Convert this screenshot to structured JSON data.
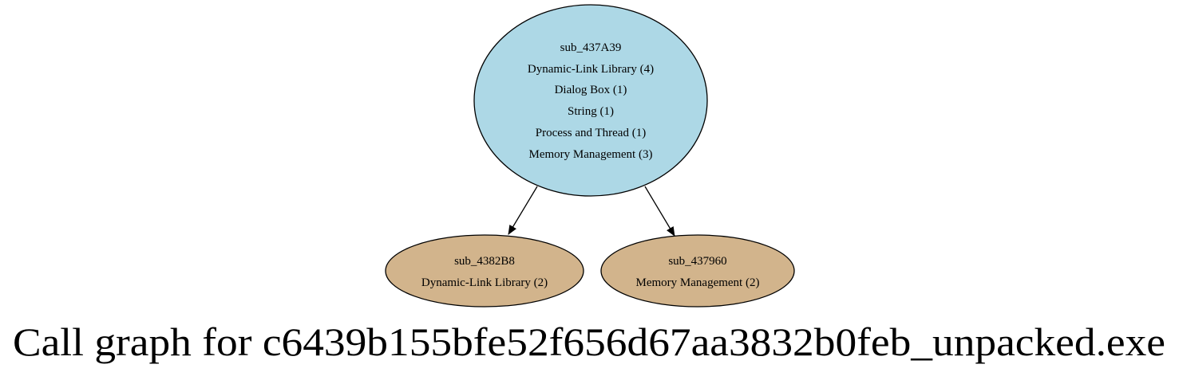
{
  "graph": {
    "title": "Call graph for c6439b155bfe52f656d67aa3832b0feb_unpacked.exe",
    "colors": {
      "root_fill": "#add8e6",
      "child_fill": "#d2b48c",
      "stroke": "#000000"
    },
    "nodes": [
      {
        "id": "sub_437A39",
        "lines": [
          "sub_437A39",
          "Dynamic-Link Library (4)",
          "Dialog Box (1)",
          "String (1)",
          "Process and Thread (1)",
          "Memory Management (3)"
        ]
      },
      {
        "id": "sub_4382B8",
        "lines": [
          "sub_4382B8",
          "Dynamic-Link Library (2)"
        ]
      },
      {
        "id": "sub_437960",
        "lines": [
          "sub_437960",
          "Memory Management (2)"
        ]
      }
    ],
    "edges": [
      {
        "from": "sub_437A39",
        "to": "sub_4382B8"
      },
      {
        "from": "sub_437A39",
        "to": "sub_437960"
      }
    ]
  }
}
